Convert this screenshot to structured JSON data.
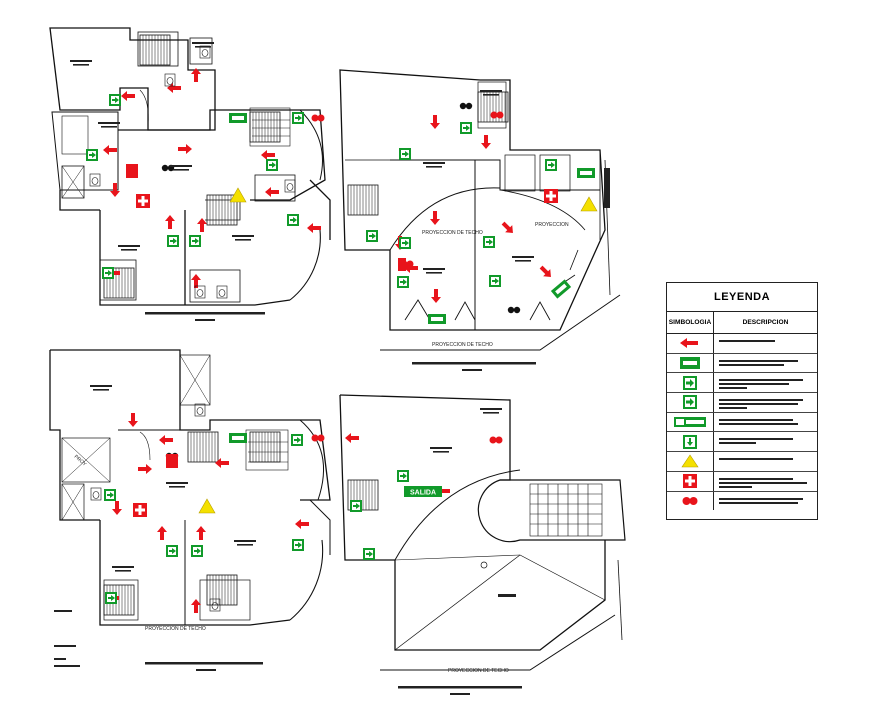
{
  "legend": {
    "title": "LEYENDA",
    "col_symbol": "SIMBOLOGIA",
    "col_description": "DESCRIPCION",
    "symbols": [
      {
        "icon": "red-arrow-left-icon",
        "color": "#e8141b"
      },
      {
        "icon": "green-rect-exit-icon",
        "color": "#119a2a"
      },
      {
        "icon": "green-arrow-exit-sign-icon",
        "color": "#119a2a"
      },
      {
        "icon": "green-arrow-exit-sign-icon",
        "color": "#119a2a"
      },
      {
        "icon": "salida-sign-icon",
        "color": "#119a2a"
      },
      {
        "icon": "green-stair-sign-icon",
        "color": "#119a2a"
      },
      {
        "icon": "yellow-warning-triangle-icon",
        "color": "#f4e000"
      },
      {
        "icon": "red-cross-firstaid-icon",
        "color": "#e8141b"
      },
      {
        "icon": "extinguisher-icon",
        "color": "#e8141b"
      }
    ]
  },
  "plan_labels": {
    "salida_1": "SALIDA",
    "salida_2": "SALIDA"
  },
  "colors": {
    "line": "#111111",
    "exit_green": "#119a2a",
    "arrow_red": "#e8141b",
    "warning_yellow": "#f4e000"
  }
}
